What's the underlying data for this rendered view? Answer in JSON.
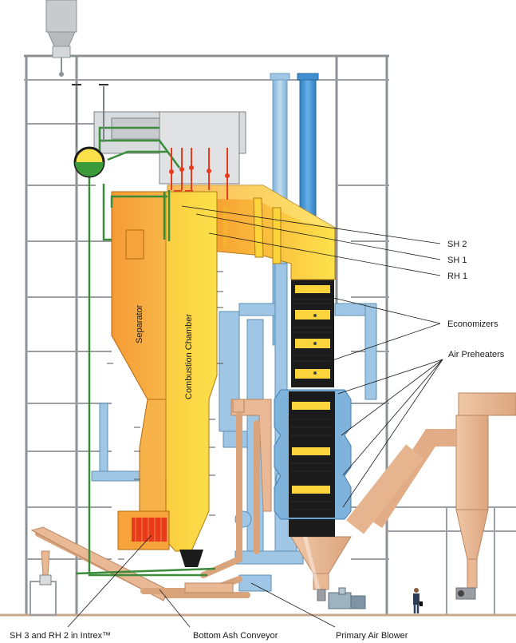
{
  "labels": {
    "sh2": "SH 2",
    "sh1": "SH 1",
    "rh1": "RH 1",
    "economizers": "Economizers",
    "air_preheaters": "Air Preheaters",
    "separator": "Separator",
    "combustion_chamber": "Combustion Chamber",
    "sh3_rh2": "SH 3 and RH 2 in Intrex™",
    "bottom_ash": "Bottom Ash Conveyor",
    "primary_air": "Primary Air Blower"
  },
  "colors": {
    "steel_frame": "#8c9196",
    "flue_duct": "#9fc6e4",
    "stack": "#3f8fd0",
    "furnace_orange": "#f6a33c",
    "furnace_yellow": "#fbd43b",
    "heat_exchanger_red": "#e83a1c",
    "cyclone_tan": "#e9b995",
    "steam_pipe_green": "#3a8c3a"
  }
}
